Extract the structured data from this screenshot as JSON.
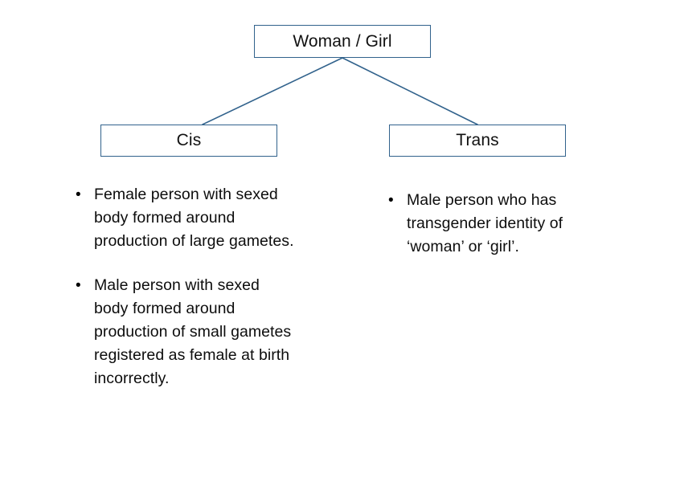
{
  "diagram": {
    "type": "tree",
    "background_color": "#ffffff",
    "line_color": "#31628c",
    "box_border_color": "#31628c",
    "text_color": "#0d0d0d",
    "root": {
      "label": "Woman / Girl"
    },
    "children": [
      {
        "label": "Cis",
        "bullets": [
          {
            "marker": "•",
            "text": "Female person with sexed body formed around production of large gametes."
          },
          {
            "marker": "•",
            "text": "Male person with sexed body formed around production of small gametes registered as female at birth incorrectly."
          }
        ]
      },
      {
        "label": "Trans",
        "bullets": [
          {
            "marker": "•",
            "text": "Male person who has transgender identity of ‘woman’ or ‘girl’."
          }
        ]
      }
    ]
  }
}
